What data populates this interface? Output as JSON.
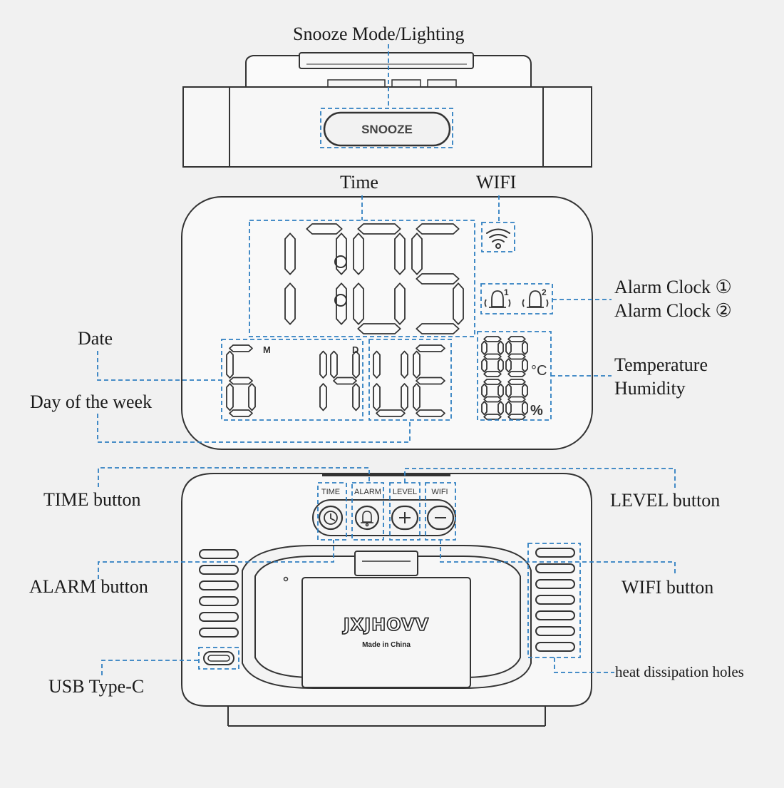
{
  "callouts": {
    "snooze_mode": "Snooze Mode/Lighting",
    "time": "Time",
    "wifi": "WIFI",
    "alarm_clock_1": "Alarm Clock ①",
    "alarm_clock_2": "Alarm Clock ②",
    "date": "Date",
    "day_of_week": "Day of the week",
    "temperature": "Temperature",
    "humidity": "Humidity",
    "time_button": "TIME button",
    "level_button": "LEVEL button",
    "alarm_button": "ALARM button",
    "wifi_button": "WIFI button",
    "usb_type_c": "USB Type-C",
    "heat_holes": "heat dissipation holes"
  },
  "device_top": {
    "snooze_label": "SNOOZE"
  },
  "display": {
    "time_text": "17:05",
    "month_marker": "M",
    "day_marker": "D",
    "date_text": "6 14",
    "weekday_text": "WE",
    "temperature_value": "88",
    "temperature_unit": "°C",
    "humidity_value": "88",
    "humidity_unit": "%",
    "alarm1_index": "1",
    "alarm2_index": "2"
  },
  "device_back": {
    "buttons": [
      {
        "label": "TIME",
        "icon": "clock-icon"
      },
      {
        "label": "ALARM",
        "icon": "bell-icon"
      },
      {
        "label": "LEVEL",
        "icon": "plus-icon"
      },
      {
        "label": "WIFI",
        "icon": "minus-icon"
      }
    ],
    "brand": "JXJHOVV",
    "made_in": "Made in China"
  },
  "colors": {
    "callout_line": "#2f7fc1",
    "outline": "#333333",
    "background": "#f1f1f1"
  }
}
